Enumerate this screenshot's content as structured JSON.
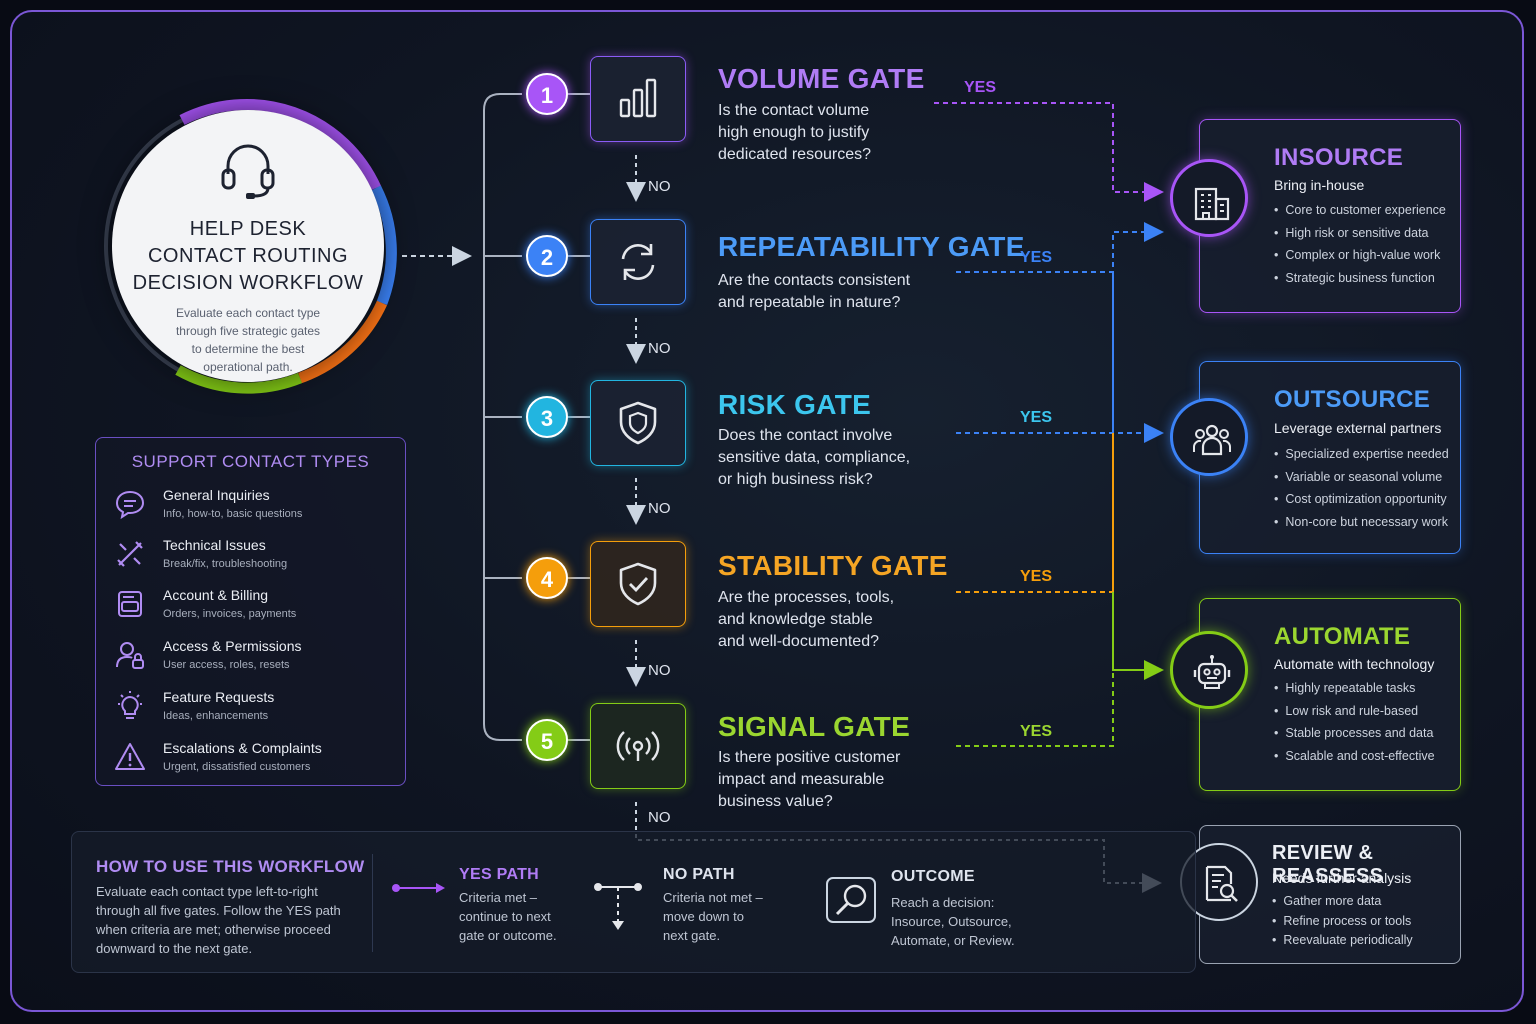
{
  "colors": {
    "volume": "#a855f7",
    "repeatability": "#3b82f6",
    "risk": "#22b5e0",
    "stability": "#f59e0b",
    "signal": "#84cc16",
    "insource": "#a855f7",
    "outsource": "#3b82f6",
    "automate": "#84cc16",
    "review": "#cbd5e1"
  },
  "hero": {
    "title_lines": [
      "HELP DESK",
      "CONTACT ROUTING",
      "DECISION WORKFLOW"
    ],
    "desc_lines": [
      "Evaluate each contact type",
      "through five strategic gates",
      "to determine the best",
      "operational path."
    ],
    "icon": "headset-icon"
  },
  "contact_types": {
    "title": "SUPPORT CONTACT TYPES",
    "items": [
      {
        "name": "General Inquiries",
        "sub": "Info, how-to, basic questions",
        "icon": "chat-bubble-icon"
      },
      {
        "name": "Technical Issues",
        "sub": "Break/fix, troubleshooting",
        "icon": "tools-icon"
      },
      {
        "name": "Account & Billing",
        "sub": "Orders, invoices, payments",
        "icon": "billing-card-icon"
      },
      {
        "name": "Access & Permissions",
        "sub": "User access, roles, resets",
        "icon": "user-lock-icon"
      },
      {
        "name": "Feature Requests",
        "sub": "Ideas, enhancements",
        "icon": "lightbulb-icon"
      },
      {
        "name": "Escalations & Complaints",
        "sub": "Urgent, dissatisfied customers",
        "icon": "warning-triangle-icon"
      }
    ]
  },
  "gates": [
    {
      "num": "1",
      "title": "VOLUME GATE",
      "question_lines": [
        "Is the contact volume",
        "high enough to justify",
        "dedicated resources?"
      ],
      "icon": "bar-chart-icon",
      "yes": "YES",
      "no": "NO"
    },
    {
      "num": "2",
      "title": "REPEATABILITY GATE",
      "question_lines": [
        "Are the contacts consistent",
        "and repeatable in nature?"
      ],
      "icon": "refresh-arrows-icon",
      "yes": "YES",
      "no": "NO"
    },
    {
      "num": "3",
      "title": "RISK GATE",
      "question_lines": [
        "Does the contact involve",
        "sensitive data, compliance,",
        "or high business risk?"
      ],
      "icon": "shield-icon",
      "yes": "YES",
      "no": "NO"
    },
    {
      "num": "4",
      "title": "STABILITY GATE",
      "question_lines": [
        "Are the processes, tools,",
        "and knowledge stable",
        "and well-documented?"
      ],
      "icon": "shield-check-icon",
      "yes": "YES",
      "no": "NO"
    },
    {
      "num": "5",
      "title": "SIGNAL GATE",
      "question_lines": [
        "Is there positive customer",
        "impact and measurable",
        "business value?"
      ],
      "icon": "broadcast-signal-icon",
      "yes": "YES",
      "no": "NO"
    }
  ],
  "outcomes": [
    {
      "title": "INSOURCE",
      "sub": "Bring in-house",
      "items": [
        "Core to customer experience",
        "High risk or sensitive data",
        "Complex or high-value work",
        "Strategic business function"
      ],
      "icon": "building-icon"
    },
    {
      "title": "OUTSOURCE",
      "sub": "Leverage external partners",
      "items": [
        "Specialized expertise needed",
        "Variable or seasonal volume",
        "Cost optimization opportunity",
        "Non-core but necessary work"
      ],
      "icon": "people-group-icon"
    },
    {
      "title": "AUTOMATE",
      "sub": "Automate with technology",
      "items": [
        "Highly repeatable tasks",
        "Low risk and rule-based",
        "Stable processes and data",
        "Scalable and cost-effective"
      ],
      "icon": "robot-icon"
    },
    {
      "title": "REVIEW & REASSESS",
      "sub": "Needs further analysis",
      "items": [
        "Gather more data",
        "Refine process or tools",
        "Reevaluate periodically"
      ],
      "icon": "document-search-icon"
    }
  ],
  "how_to": {
    "title": "HOW TO USE THIS WORKFLOW",
    "desc_lines": [
      "Evaluate each contact type left-to-right",
      "through all five gates. Follow the YES path",
      "when criteria are met; otherwise proceed",
      "downward to the next gate."
    ],
    "yes_title": "YES PATH",
    "yes_lines": [
      "Criteria met –",
      "continue to next",
      "gate or outcome."
    ],
    "no_title": "NO PATH",
    "no_lines": [
      "Criteria not met –",
      "move down to",
      "next gate."
    ],
    "outcome_title": "OUTCOME",
    "outcome_lines": [
      "Reach a decision:",
      "Insource, Outsource,",
      "Automate, or Review."
    ],
    "outcome_icon": "search-magnifier-icon"
  }
}
